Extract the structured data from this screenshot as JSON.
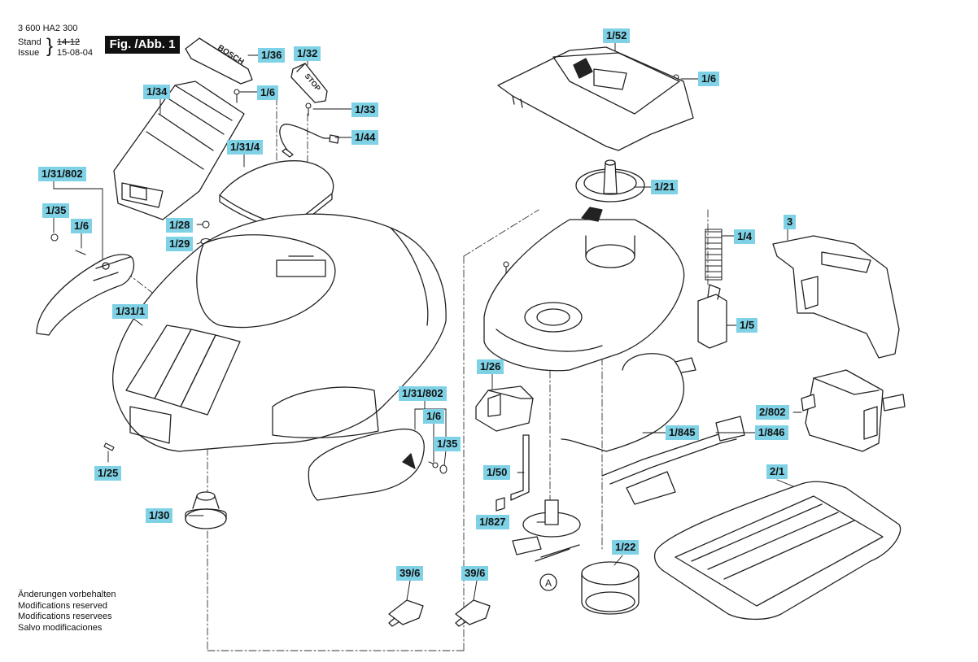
{
  "header": {
    "part_number": "3 600 HA2 300",
    "stand_label": "Stand",
    "issue_label": "Issue",
    "old_date": "14-12",
    "new_date": "15-08-04",
    "figure_label": "Fig. /Abb. 1"
  },
  "notes": [
    "Änderungen vorbehalten",
    "Modifications reserved",
    "Modifications reservees",
    "Salvo modificaciones"
  ],
  "logo_text": "BOSCH",
  "stop_text": "STOP",
  "marker_a": "A",
  "part_labels": {
    "p1_52": "1/52",
    "p1_36": "1/36",
    "p1_32": "1/32",
    "p1_6_top": "1/6",
    "p1_6_cover": "1/6",
    "p1_34": "1/34",
    "p1_33": "1/33",
    "p1_44": "1/44",
    "p1_31_4": "1/31/4",
    "p1_31_802_top": "1/31/802",
    "p1_35_top": "1/35",
    "p1_6_left": "1/6",
    "p1_28": "1/28",
    "p1_29": "1/29",
    "p1_21": "1/21",
    "p1_4": "1/4",
    "p3": "3",
    "p1_5": "1/5",
    "p1_31_1": "1/31/1",
    "p1_26": "1/26",
    "p1_31_802_mid": "1/31/802",
    "p1_6_mid": "1/6",
    "p1_35_mid": "1/35",
    "p2_802": "2/802",
    "p1_845": "1/845",
    "p1_846": "1/846",
    "p1_25": "1/25",
    "p1_50": "1/50",
    "p2_1": "2/1",
    "p1_30": "1/30",
    "p1_827": "1/827",
    "p1_22": "1/22",
    "p39_6_a": "39/6",
    "p39_6_b": "39/6"
  }
}
